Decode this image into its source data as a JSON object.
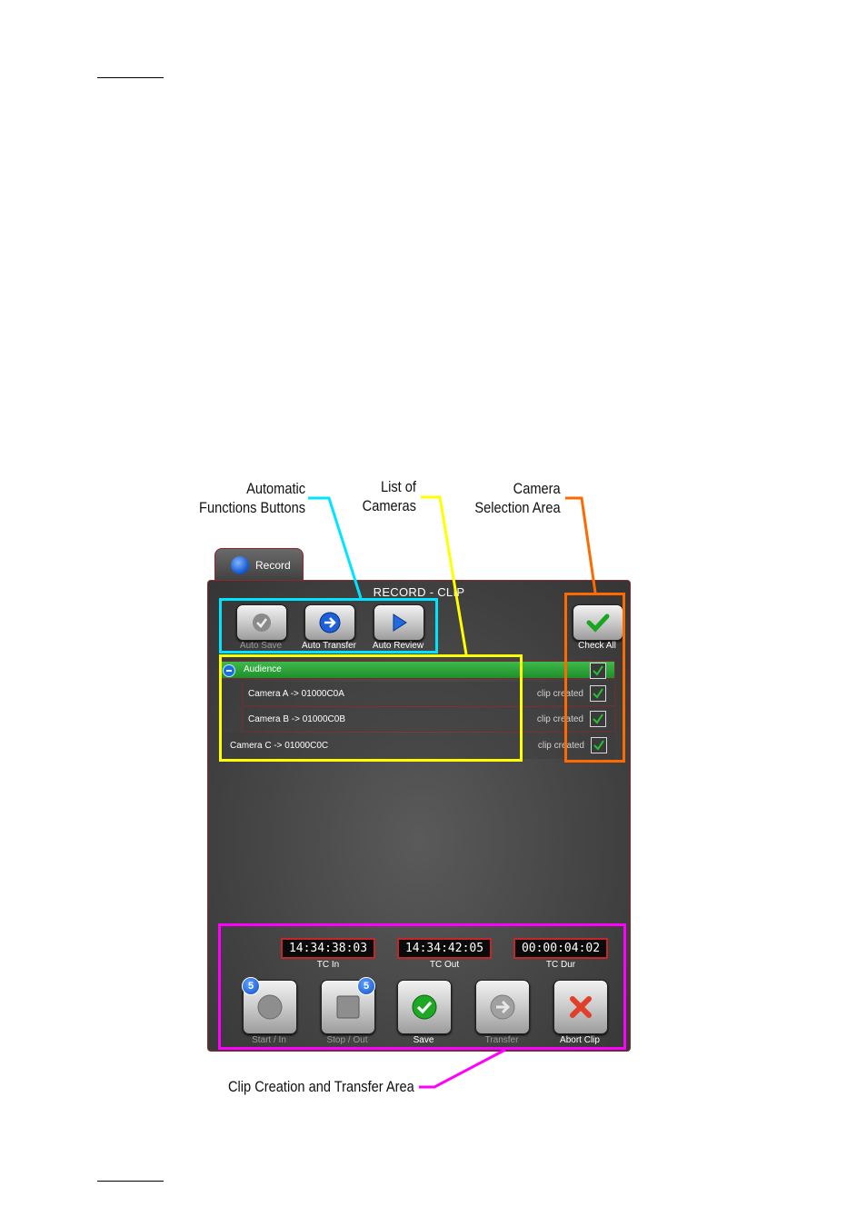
{
  "callouts": {
    "auto_functions": [
      "Automatic",
      "Functions Buttons"
    ],
    "cameras_list": [
      "List of",
      "Cameras"
    ],
    "camera_selection": [
      "Camera",
      "Selection Area"
    ],
    "clip_area": "Clip Creation and Transfer Area"
  },
  "tab": {
    "label": "Record"
  },
  "panel": {
    "title": "RECORD - CLIP"
  },
  "auto_buttons": [
    {
      "label": "Auto Save",
      "icon": "checkmark-icon",
      "enabled": false
    },
    {
      "label": "Auto Transfer",
      "icon": "arrow-right-icon",
      "enabled": true
    },
    {
      "label": "Auto Review",
      "icon": "play-icon",
      "enabled": true
    }
  ],
  "check_all": {
    "label": "Check All"
  },
  "group": {
    "name": "Audience",
    "checked": true
  },
  "cameras": [
    {
      "name": "Camera A -> 01000C0A",
      "status": "clip created",
      "checked": true,
      "indented": true
    },
    {
      "name": "Camera B -> 01000C0B",
      "status": "clip created",
      "checked": true,
      "indented": true
    },
    {
      "name": "Camera C -> 01000C0C",
      "status": "clip created",
      "checked": true,
      "indented": false
    }
  ],
  "timecodes": [
    {
      "value": "14:34:38:03",
      "label": "TC In"
    },
    {
      "value": "14:34:42:05",
      "label": "TC Out"
    },
    {
      "value": "00:00:04:02",
      "label": "TC Dur"
    }
  ],
  "clip_buttons": [
    {
      "label": "Start / In",
      "icon": "record-icon",
      "badge": "5",
      "enabled": false
    },
    {
      "label": "Stop / Out",
      "icon": "stop-icon",
      "badge": "5",
      "enabled": false
    },
    {
      "label": "Save",
      "icon": "save-check-icon",
      "badge": "",
      "enabled": true
    },
    {
      "label": "Transfer",
      "icon": "transfer-arrow-icon",
      "badge": "",
      "enabled": false
    },
    {
      "label": "Abort Clip",
      "icon": "abort-x-icon",
      "badge": "",
      "enabled": true
    }
  ],
  "colors": {
    "auto_functions_highlight": "#00e5ff",
    "cameras_highlight": "#ffff00",
    "camera_selection_highlight": "#ff6a00",
    "clip_area_highlight": "#ff00ff",
    "group_row": "#2aa135",
    "timecode_border": "#c0282a"
  }
}
